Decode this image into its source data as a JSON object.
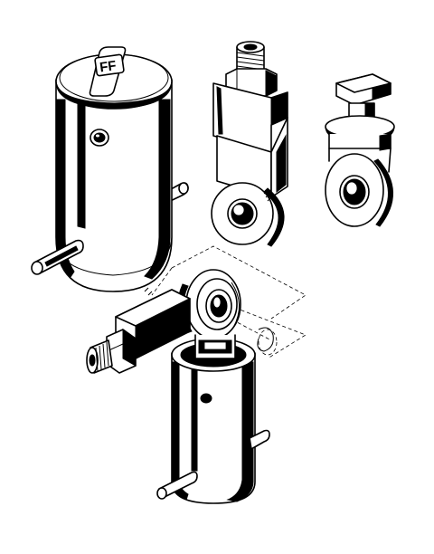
{
  "figure": {
    "logo": {
      "text": "FF"
    },
    "colors": {
      "line": "#000000",
      "background": "#ffffff"
    },
    "parts": [
      {
        "id": "cylinder-housing"
      },
      {
        "id": "threaded-eye-bolt"
      },
      {
        "id": "square-head-eye-bolt"
      },
      {
        "id": "assembled-unit"
      }
    ]
  }
}
